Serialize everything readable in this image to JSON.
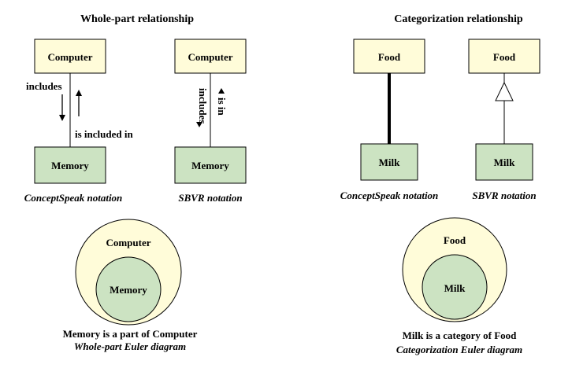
{
  "colors": {
    "concept_box_fill": "#FFFCD9",
    "part_box_fill": "#CCE3C2",
    "outer_circle_fill": "#FFFCD9",
    "inner_circle_fill": "#CCE3C2",
    "stroke": "#000000"
  },
  "whole_part": {
    "heading": "Whole-part relationship",
    "conceptspeak": {
      "whole": "Computer",
      "part": "Memory",
      "forward_verb": "includes",
      "reverse_verb": "is included in",
      "caption": "ConceptSpeak notation"
    },
    "sbvr": {
      "whole": "Computer",
      "part": "Memory",
      "forward_verb": "includes",
      "reverse_verb": "is in",
      "caption": "SBVR notation"
    },
    "euler": {
      "outer_label": "Computer",
      "inner_label": "Memory",
      "statement": "Memory is a part of Computer",
      "caption": "Whole-part Euler diagram"
    }
  },
  "categorization": {
    "heading": "Categorization relationship",
    "conceptspeak": {
      "general": "Food",
      "category": "Milk",
      "caption": "ConceptSpeak notation"
    },
    "sbvr": {
      "general": "Food",
      "category": "Milk",
      "caption": "SBVR notation"
    },
    "euler": {
      "outer_label": "Food",
      "inner_label": "Milk",
      "statement": "Milk is a category of Food",
      "caption": "Categorization Euler diagram"
    }
  }
}
